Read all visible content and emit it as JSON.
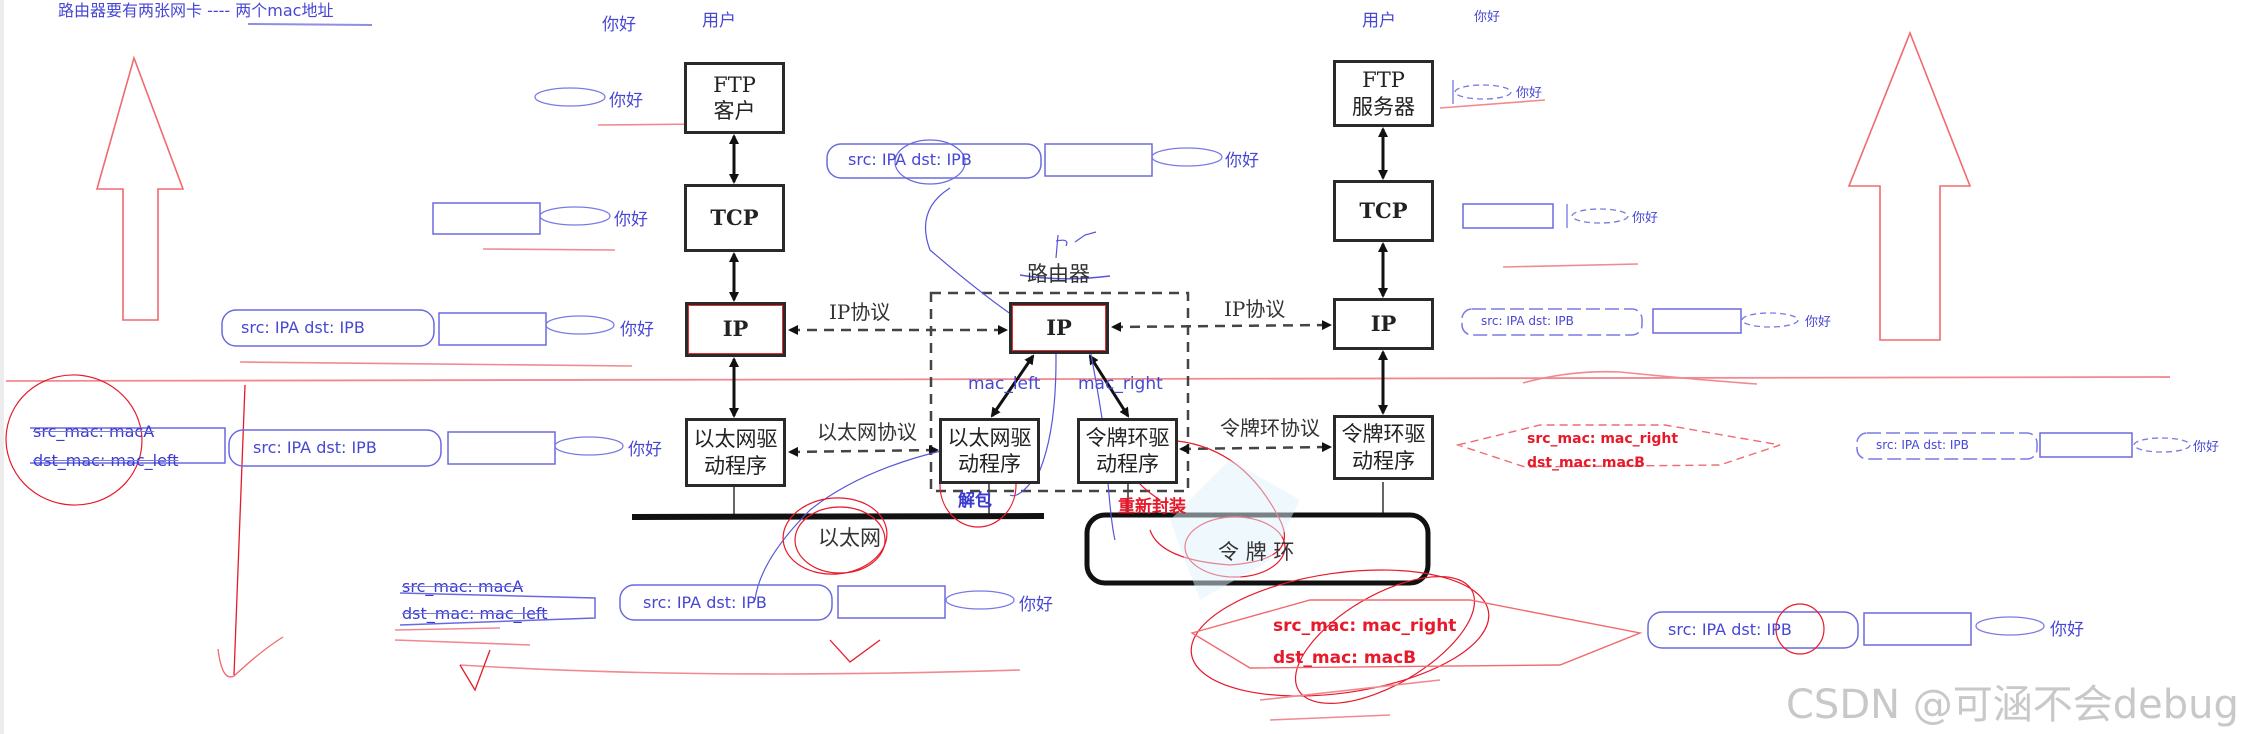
{
  "header_note": {
    "text": "路由器要有两张网卡 ---- 两个mac地址"
  },
  "top_labels": {
    "left_hello": "你好",
    "left_user": "用户",
    "right_user": "用户",
    "right_hello": "你好"
  },
  "left_host": {
    "app": [
      "FTP",
      "客户"
    ],
    "tcp": "TCP",
    "ip": "IP",
    "driver": [
      "以太网驱",
      "动程序"
    ]
  },
  "router": {
    "title": "路由器",
    "ip": "IP",
    "eth_driver": [
      "以太网驱",
      "动程序"
    ],
    "token_driver": [
      "令牌环驱",
      "动程序"
    ],
    "mac_left": "mac_left",
    "mac_right": "mac_right",
    "unpack_label": "解包",
    "repack_label": "重新封装"
  },
  "right_host": {
    "app": [
      "FTP",
      "服务器"
    ],
    "tcp": "TCP",
    "ip": "IP",
    "driver": [
      "令牌环驱",
      "动程序"
    ]
  },
  "protocol_labels": {
    "ip_left": "IP协议",
    "ip_right": "IP协议",
    "ethernet": "以太网协议",
    "token_ring": "令牌环协议"
  },
  "networks": {
    "ethernet": "以太网",
    "token_ring": "令 牌 环"
  },
  "packets": {
    "payload_text": "你好",
    "ip_header": "src: IPA dst: IPB",
    "left_mac_header": {
      "src": "src_mac: macA",
      "dst": "dst_mac: mac_left"
    },
    "bottom_left_mac_header": {
      "src": "src_mac: macA",
      "dst": "dst_mac: mac_left"
    },
    "right_mac_header": {
      "src": "src_mac: mac_right",
      "dst": "dst_mac:  macB"
    },
    "bottom_right_mac_header": {
      "src": "src_mac: mac_right",
      "dst": "dst_mac:  macB"
    }
  },
  "colors": {
    "annotation_blue": "#4747d4",
    "annotation_red": "#e8192a",
    "box_border": "#2a2a2a",
    "watermark": "#c8c8c8"
  },
  "watermark": "CSDN @可涵不会debug"
}
